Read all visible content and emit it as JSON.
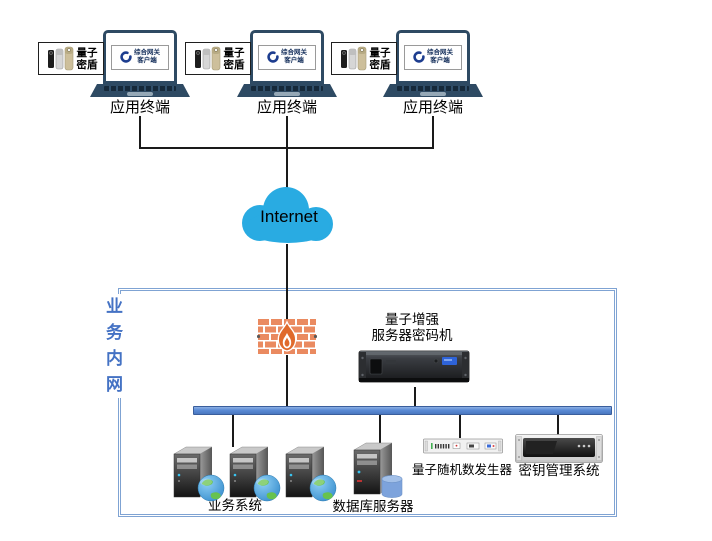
{
  "terminals": [
    {
      "label": "应用终端",
      "usb": {
        "line1": "量子",
        "line2": "密盾"
      },
      "client": {
        "line1": "综合网关",
        "line2": "客户端"
      }
    },
    {
      "label": "应用终端",
      "usb": {
        "line1": "量子",
        "line2": "密盾"
      },
      "client": {
        "line1": "综合网关",
        "line2": "客户端"
      }
    },
    {
      "label": "应用终端",
      "usb": {
        "line1": "量子",
        "line2": "密盾"
      },
      "client": {
        "line1": "综合网关",
        "line2": "客户端"
      }
    }
  ],
  "internet": {
    "label": "Internet"
  },
  "intranet": {
    "label": "业务内网",
    "chars": [
      "业",
      "务",
      "内",
      "网"
    ]
  },
  "cipher_machine": {
    "line1": "量子增强",
    "line2": "服务器密码机"
  },
  "nodes": {
    "business_system": "业务系统",
    "database_server": "数据库服务器",
    "qrng": "量子随机数发生器",
    "kms": "密钥管理系统"
  },
  "colors": {
    "cloud_blue": "#29abe2",
    "firewall_brick": "#ea8a60",
    "firewall_flame": "#e06a2c",
    "bus_fill": "#5b8bd5",
    "intranet_border": "#7fa3d3",
    "intranet_text": "#4472c4",
    "laptop_body": "#2e4a63",
    "database_cylinder": "#7da3dc"
  }
}
